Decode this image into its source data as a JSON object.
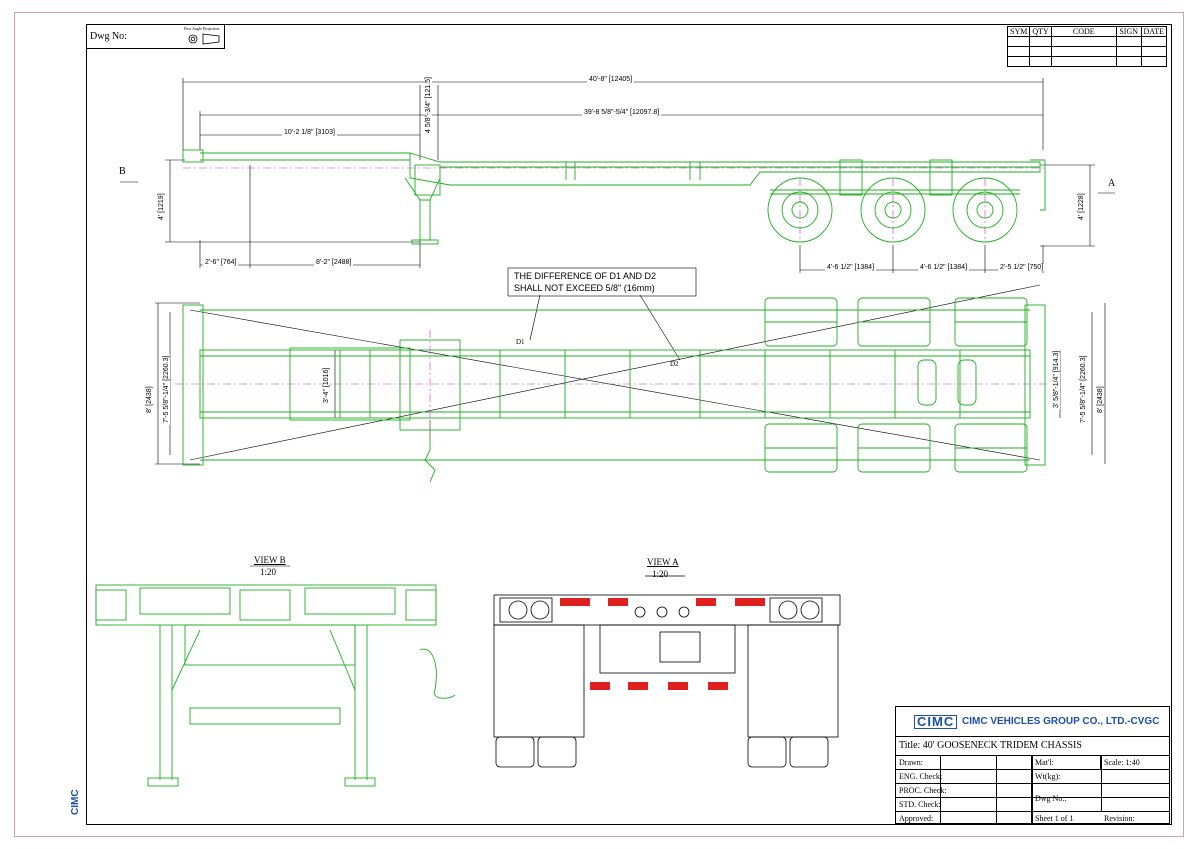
{
  "header": {
    "dwg_no_label": "Dwg No:",
    "projection_label": "First Angle Projection"
  },
  "revision_table": {
    "headers": [
      "SYM",
      "QTY",
      "CODE",
      "SIGN",
      "DATE"
    ]
  },
  "dimensions": {
    "overall_length": "40'-8\" [12405]",
    "length_2": "39'-8 5/8\"-5/4\" [12097.8]",
    "gooseneck_length": "10'-2 1/8\" [3103]",
    "neck_height": "4 5/8\"-3/4\" [121.5]",
    "front_height": "4' [1219]",
    "rear_height": "4' [1228]",
    "front_to_leg": "2'-6\" [764]",
    "leg_to_neck": "8'-2\" [2488]",
    "axle_spacing_1": "4'-6 1/2\" [1384]",
    "axle_spacing_2": "4'-6 1/2\" [1384]",
    "rear_overhang": "2'-5 1/2\" [750]",
    "front_width": "8' [2438]",
    "front_inner_width": "7'-5 5/8\"-1/4\" [2260.3]",
    "neck_width": "3'-4\" [1016]",
    "rear_width": "8' [2438]",
    "rear_inner_width": "7'-5 5/8\"-1/4\" [2260.3]",
    "beam_spacing": "3' 5/8\"-1/4\" [914.3]",
    "arrow_b": "B",
    "arrow_a": "A",
    "d1": "D1",
    "d2": "D2"
  },
  "note": {
    "line1": "THE DIFFERENCE OF D1 AND D2",
    "line2": "SHALL NOT EXCEED 5/8\" (16mm)"
  },
  "views": {
    "view_b_title": "VIEW B",
    "view_b_scale": "1:20",
    "view_a_title": "VIEW A",
    "view_a_scale": "1:20"
  },
  "title_block": {
    "logo": "CIMC",
    "company": "CIMC VEHICLES GROUP CO., LTD.-CVGC",
    "title": "Title: 40' GOOSENECK TRIDEM CHASSIS",
    "drawn": "Drawn:",
    "eng_check": "ENG. Check:",
    "proc_check": "PROC. Check:",
    "std_check": "STD. Check:",
    "approved": "Approved:",
    "material": "Mat'l:",
    "scale": "Scale: 1:40",
    "weight": "Wt(kg):",
    "dwg_no": "Dwg No.:",
    "sheet": "Sheet 1 of 1",
    "revision": "Revision:"
  },
  "side_logo": "CIMC",
  "colors": {
    "structure": "#1fae1f",
    "centerline": "#cc33cc",
    "dimension": "#000000",
    "border_outer": "#d8a0a0",
    "reflector_red": "#e02020"
  }
}
